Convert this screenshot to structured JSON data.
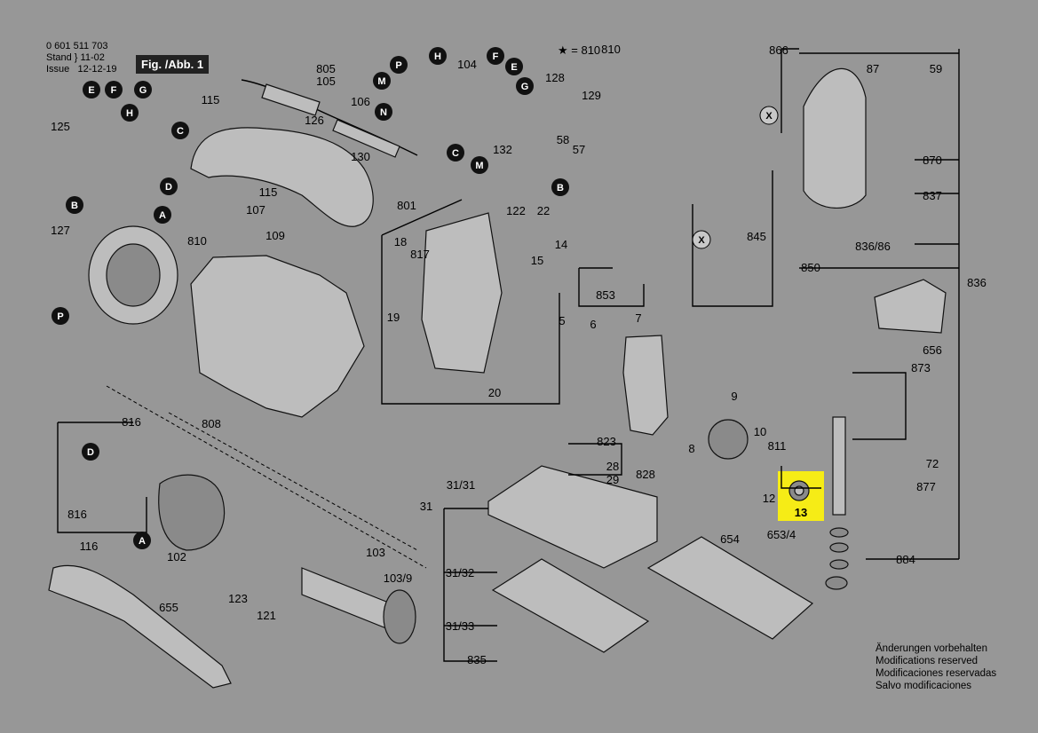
{
  "header": {
    "doc_number": "0 601 511 703",
    "stand_label": "Stand",
    "issue_label": "Issue",
    "stand_date": "11-02",
    "issue_date": "12-12-19",
    "figure": "Fig. /Abb. 1"
  },
  "legend_star": "★ = 810",
  "notes": [
    "Änderungen vorbehalten",
    "Modifications reserved",
    "Modificaciones reservadas",
    "Salvo modificaciones"
  ],
  "highlighted_part": "13",
  "part_labels": [
    "805",
    "105",
    "104",
    "106",
    "115",
    "126",
    "130",
    "125",
    "127",
    "810",
    "107",
    "109",
    "115",
    "801",
    "18",
    "817",
    "122",
    "22",
    "14",
    "15",
    "19",
    "5",
    "6",
    "7",
    "20",
    "808",
    "816",
    "816",
    "116",
    "102",
    "103",
    "103/9",
    "123",
    "121",
    "655",
    "31/31",
    "31",
    "31/32",
    "31/33",
    "835",
    "823",
    "28",
    "29",
    "828",
    "9",
    "8",
    "10",
    "811",
    "12",
    "13",
    "653/4",
    "654",
    "884",
    "877",
    "72",
    "873",
    "656",
    "836",
    "850",
    "845",
    "853",
    "866",
    "87",
    "59",
    "870",
    "837",
    "836/86",
    "58",
    "57",
    "132",
    "128",
    "129",
    "810"
  ],
  "connector_badges": [
    "P",
    "H",
    "M",
    "N",
    "C",
    "M",
    "B",
    "F",
    "E",
    "G",
    "E",
    "F",
    "G",
    "H",
    "C",
    "D",
    "A",
    "B",
    "P",
    "D",
    "A",
    "X",
    "X"
  ]
}
